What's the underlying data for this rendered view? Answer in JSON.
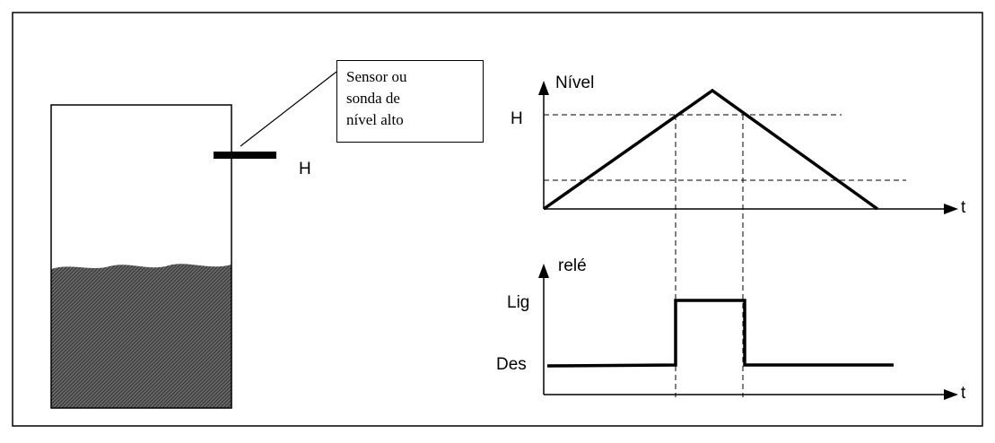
{
  "tank": {
    "sensor_mark": "H",
    "sensor_label_lines": [
      "Sensor ou",
      "sonda de",
      "nível alto"
    ]
  },
  "level_graph": {
    "y_label": "Nível",
    "h_label": "H",
    "x_label": "t"
  },
  "relay_graph": {
    "y_label": "relé",
    "on_label": "Lig",
    "off_label": "Des",
    "x_label": "t"
  },
  "colors": {
    "line": "#000000",
    "liquid": "#555555",
    "background": "#ffffff"
  }
}
